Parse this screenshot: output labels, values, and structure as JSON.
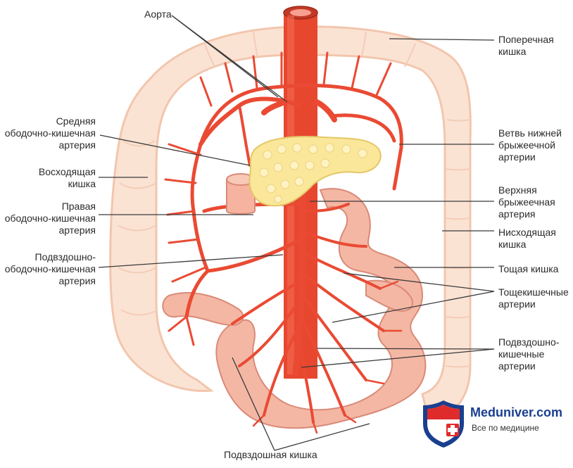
{
  "labels": {
    "aorta": "Аорта",
    "transverse_colon": "Поперечная\nкишка",
    "middle_colic_artery": "Средняя\nободочно-кишечная\nартерия",
    "ascending_colon": "Восходящая\nкишка",
    "right_colic_artery": "Правая\nободочно-кишечная\nартерия",
    "ileocolic_artery": "Подвздошно-\nободочно-кишечная\nартерия",
    "inferior_mesenteric_branch": "Ветвь нижней\nбрыжеечной\nартерии",
    "superior_mesenteric_artery": "Верхняя\nбрыжеечная\nартерия",
    "descending_colon": "Нисходящая\nкишка",
    "jejunum": "Тощая кишка",
    "jejunal_arteries": "Тощекишечные\nартерии",
    "ileal_arteries": "Подвздошно-\nкишечные\nартерии",
    "ileum": "Подвздошная кишка"
  },
  "logo": {
    "name": "Meduniver.com",
    "tagline": "Все по медицине"
  },
  "colors": {
    "artery": "#ea4a33",
    "colon": "#f9dccb",
    "intestine": "#f0a894",
    "pancreas": "#fbe79a",
    "leader": "#3a3a3a",
    "logo_blue": "#1a3f8f",
    "logo_red": "#e02b2b"
  }
}
